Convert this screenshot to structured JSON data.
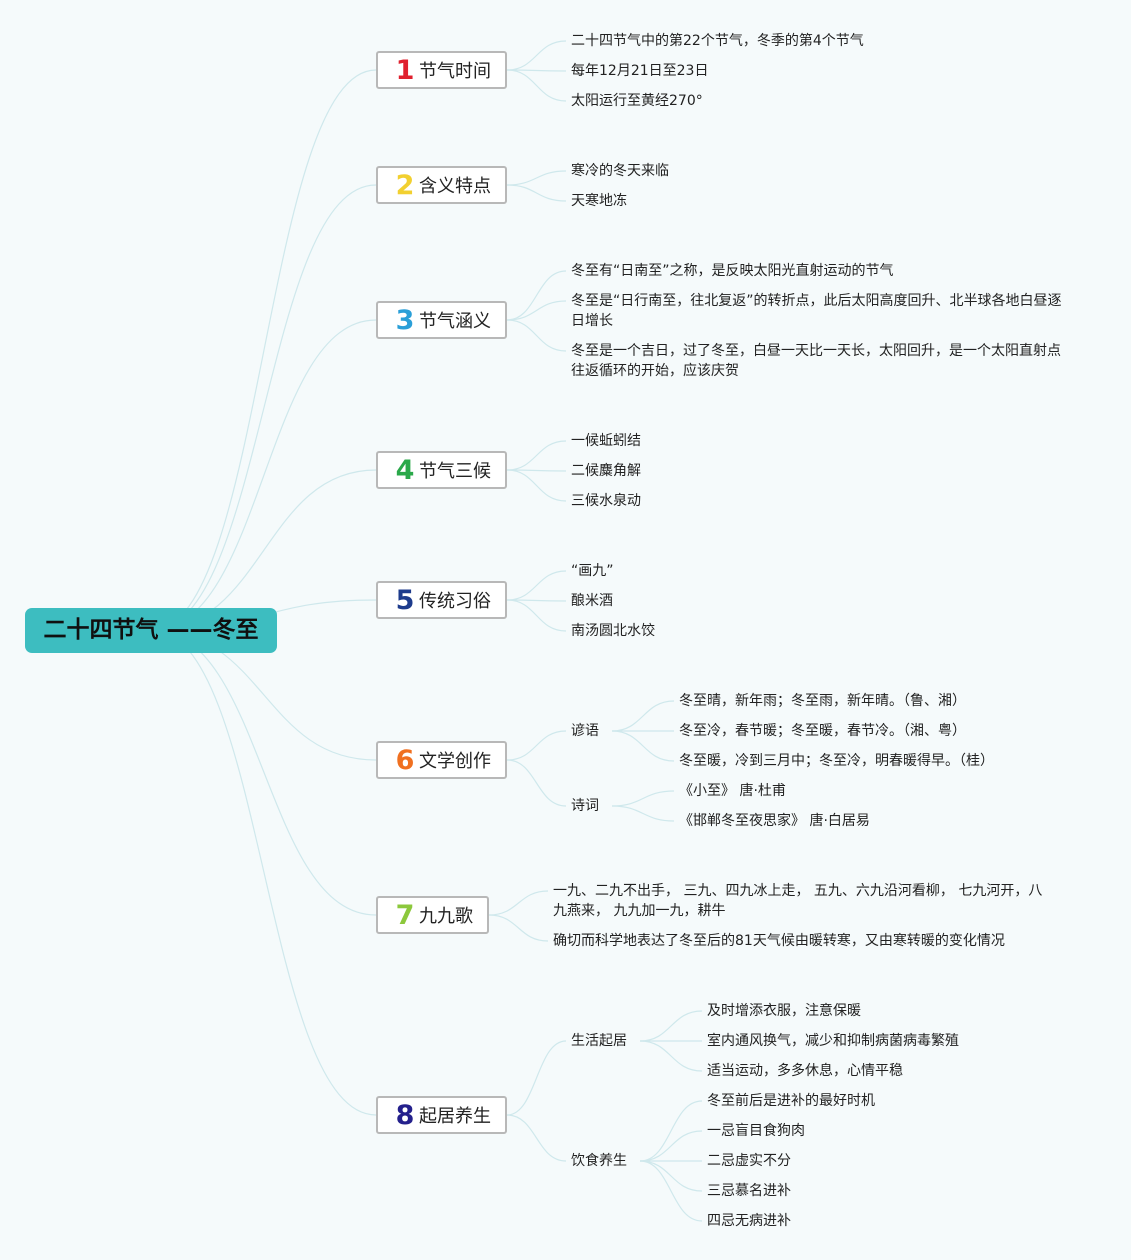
{
  "root": "二十四节气 ——冬至",
  "branches": [
    {
      "num": "1",
      "label": "节气时间",
      "color": "#e0202e",
      "items": [
        "二十四节气中的第22个节气，冬季的第4个节气",
        "每年12月21日至23日",
        "太阳运行至黄经270°"
      ]
    },
    {
      "num": "2",
      "label": "含义特点",
      "color": "#f2d030",
      "items": [
        "寒冷的冬天来临",
        "天寒地冻"
      ]
    },
    {
      "num": "3",
      "label": "节气涵义",
      "color": "#2a9fd8",
      "items": [
        "冬至有“日南至”之称，是反映太阳光直射运动的节气",
        "冬至是“日行南至，往北复返”的转折点，此后太阳高度回升、北半球各地白昼逐日增长",
        "冬至是一个吉日，过了冬至，白昼一天比一天长，太阳回升，是一个太阳直射点往返循环的开始，应该庆贺"
      ]
    },
    {
      "num": "4",
      "label": "节气三候",
      "color": "#2aa84a",
      "items": [
        "一候蚯蚓结",
        "二候麋角解",
        "三候水泉动"
      ]
    },
    {
      "num": "5",
      "label": "传统习俗",
      "color": "#1d3b8c",
      "items": [
        "“画九”",
        "酿米酒",
        "南汤圆北水饺"
      ]
    },
    {
      "num": "6",
      "label": "文学创作",
      "color": "#f07020",
      "groups": [
        {
          "label": "谚语",
          "items": [
            "冬至晴，新年雨；冬至雨，新年晴。（鲁、湘）",
            "冬至冷，春节暖；冬至暖，春节冷。（湘、粤）",
            "冬至暖，冷到三月中；冬至冷，明春暖得早。（桂）"
          ]
        },
        {
          "label": "诗词",
          "items": [
            "《小至》 唐·杜甫",
            "《邯郸冬至夜思家》 唐·白居易"
          ]
        }
      ]
    },
    {
      "num": "7",
      "label": "九九歌",
      "color": "#8cc83c",
      "items": [
        "一九、二九不出手， 三九、四九冰上走， 五九、六九沿河看柳， 七九河开，八九燕来， 九九加一九，耕牛",
        "确切而科学地表达了冬至后的81天气候由暖转寒，又由寒转暖的变化情况"
      ]
    },
    {
      "num": "8",
      "label": "起居养生",
      "color": "#24208c",
      "groups": [
        {
          "label": "生活起居",
          "items": [
            "及时增添衣服，注意保暖",
            "室内通风换气，减少和抑制病菌病毒繁殖",
            "适当运动，多多休息，心情平稳"
          ]
        },
        {
          "label": "饮食养生",
          "items": [
            "冬至前后是进补的最好时机",
            "一忌盲目食狗肉",
            "二忌虚实不分",
            "三忌慕名进补",
            "四忌无病进补"
          ]
        }
      ]
    }
  ],
  "colors": {
    "root_bg": "#3dbdc0",
    "link": "#cfe8ec",
    "box_border": "#b8b8b8",
    "background": "#f5fafb"
  }
}
